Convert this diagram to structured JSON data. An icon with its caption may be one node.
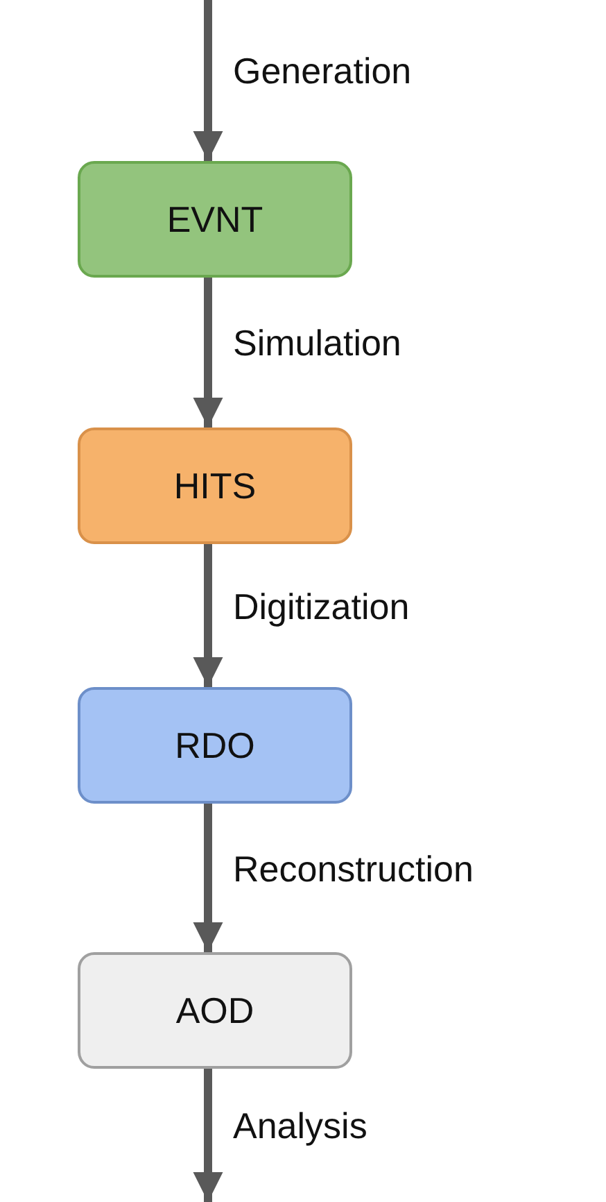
{
  "diagram": {
    "nodes": [
      {
        "text": [
          "EVNT"
        ]
      },
      {
        "text": [
          "HITS"
        ]
      },
      {
        "text": [
          "RDO"
        ]
      },
      {
        "text": [
          "AOD"
        ]
      }
    ],
    "edges": [
      {
        "from": null,
        "to": 0,
        "arrow": "to",
        "label": "Generation"
      },
      {
        "from": 0,
        "to": 1,
        "arrow": "to",
        "label": "Simulation"
      },
      {
        "from": 1,
        "to": 2,
        "arrow": "to",
        "label": "Digitization"
      },
      {
        "from": 2,
        "to": 3,
        "arrow": "to",
        "label": "Reconstruction"
      },
      {
        "from": 3,
        "to": null,
        "arrow": "to",
        "label": "Analysis"
      }
    ]
  }
}
